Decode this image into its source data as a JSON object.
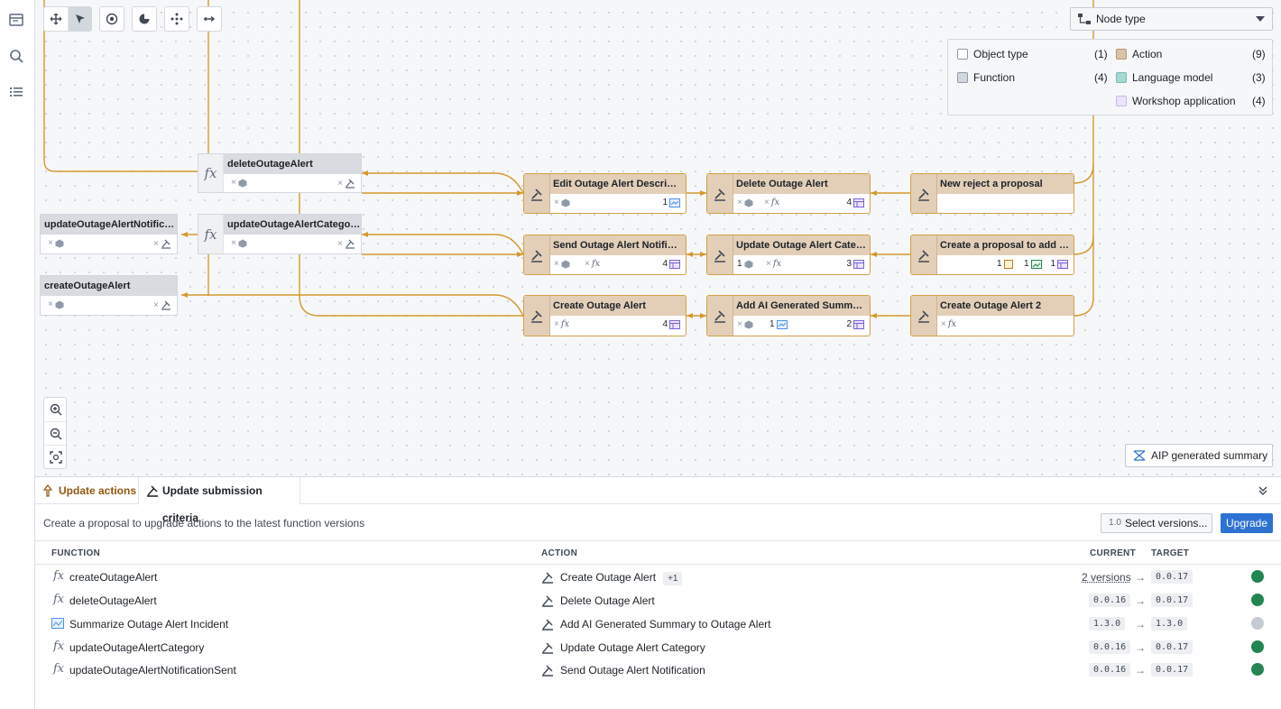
{
  "rail": {
    "icons": [
      "panel-icon",
      "search-icon",
      "list-icon"
    ]
  },
  "toolbar": {
    "icons": [
      "move-icon",
      "select-icon",
      "target-icon",
      "pie-select-icon",
      "layout-icon",
      "flow-icon"
    ]
  },
  "graph": {
    "functions": [
      {
        "id": "f1",
        "label": "deleteOutageAlert"
      },
      {
        "id": "f2",
        "label": "updateOutageAlertCategor..."
      },
      {
        "id": "f3",
        "label": "updateOutageAlertNotifica..."
      },
      {
        "id": "f4",
        "label": "createOutageAlert"
      }
    ],
    "actions": [
      {
        "id": "a1",
        "label": "Edit Outage Alert Description ...",
        "count": "1"
      },
      {
        "id": "a2",
        "label": "Delete Outage Alert",
        "count": "4"
      },
      {
        "id": "a3",
        "label": "New reject a proposal"
      },
      {
        "id": "a4",
        "label": "Send Outage Alert Notificatio...",
        "count": "4"
      },
      {
        "id": "a5",
        "label": "Update Outage Alert Category",
        "count1": "1",
        "count": "3"
      },
      {
        "id": "a6",
        "label": "Create a proposal to add a rul...",
        "c1": "1",
        "c2": "1",
        "c3": "1"
      },
      {
        "id": "a7",
        "label": "Create Outage Alert",
        "count": "4"
      },
      {
        "id": "a8",
        "label": "Add AI Generated Summary to...",
        "count1": "1",
        "count": "2"
      },
      {
        "id": "a9",
        "label": "Create Outage Alert 2"
      }
    ]
  },
  "legend": {
    "dropdown_label": "Node type",
    "items": [
      {
        "label": "Object type",
        "count": "(1)",
        "color": "#ffffff"
      },
      {
        "label": "Action",
        "count": "(9)",
        "color": "#d9c2a5"
      },
      {
        "label": "Function",
        "count": "(4)",
        "color": "#d3d8de"
      },
      {
        "label": "Language model",
        "count": "(3)",
        "color": "#a6d8d2"
      },
      {
        "label": "Workshop application",
        "count": "(4)",
        "color": "#ece4fa"
      }
    ]
  },
  "aip_button": "AIP generated summary",
  "panel": {
    "tabs": [
      "Update actions",
      "Update submission criteria"
    ],
    "description": "Create a proposal to upgrade actions to the latest function versions",
    "select_version_badge": "1.0",
    "select_versions": "Select versions...",
    "upgrade": "Upgrade",
    "columns": {
      "function": "FUNCTION",
      "action": "ACTION",
      "current": "CURRENT",
      "target": "TARGET"
    },
    "rows": [
      {
        "function": "createOutageAlert",
        "fn_icon": "function-icon",
        "action": "Create Outage Alert",
        "extra": "+1",
        "current": "2 versions",
        "target": "0.0.17",
        "status": "ok"
      },
      {
        "function": "deleteOutageAlert",
        "fn_icon": "function-icon",
        "action": "Delete Outage Alert",
        "current": "0.0.16",
        "target": "0.0.17",
        "status": "ok"
      },
      {
        "function": "Summarize Outage Alert Incident",
        "fn_icon": "language-model-icon",
        "action": "Add AI Generated Summary to Outage Alert",
        "current": "1.3.0",
        "target": "1.3.0",
        "status": "muted"
      },
      {
        "function": "updateOutageAlertCategory",
        "fn_icon": "function-icon",
        "action": "Update Outage Alert Category",
        "current": "0.0.16",
        "target": "0.0.17",
        "status": "ok"
      },
      {
        "function": "updateOutageAlertNotificationSent",
        "fn_icon": "function-icon",
        "action": "Send Outage Alert Notification",
        "current": "0.0.16",
        "target": "0.0.17",
        "status": "ok"
      }
    ]
  }
}
